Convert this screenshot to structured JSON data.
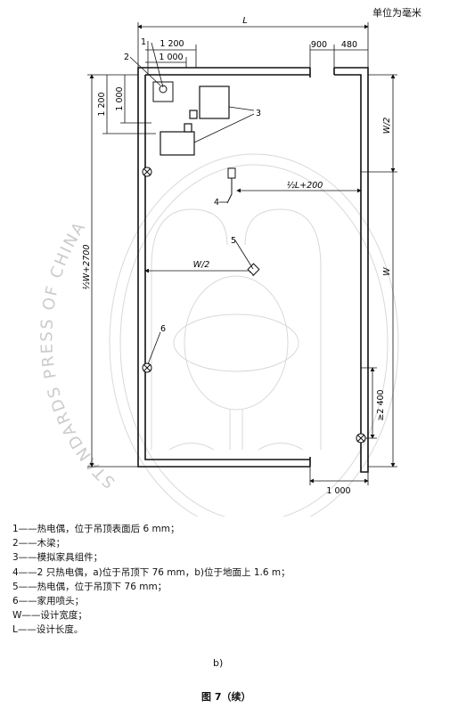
{
  "header": {
    "unit_note": "单位为毫米"
  },
  "dimensions": {
    "L": "L",
    "d900": "900",
    "d480": "480",
    "d1200_top": "1 200",
    "d1000_top": "1 000",
    "d1200_left": "1 200",
    "d1000_left": "1 000",
    "w_half_right": "W/2",
    "half_l_200": "½L+200",
    "half_w_2700": "½W+2700",
    "w_half_mid": "W/2",
    "w_right": "W",
    "ge2400": "≥2 400",
    "d1000_bottom": "1 000"
  },
  "callouts": {
    "c1": "1",
    "c2": "2",
    "c3": "3",
    "c4": "4",
    "c5": "5",
    "c6": "6"
  },
  "watermark": "STANDARDS PRESS OF CHINA",
  "legend": [
    "1——热电偶，位于吊顶表面后 6 mm；",
    "2——木梁；",
    "3——模拟家具组件；",
    "4——2 只热电偶，a)位于吊顶下 76 mm，b)位于地面上 1.6 m；",
    "5——热电偶，位于吊顶下 76 mm；",
    "6——家用喷头；",
    "W——设计宽度；",
    "L——设计长度。"
  ],
  "subfigure_label": "b)",
  "figure_caption": "图 7（续）"
}
